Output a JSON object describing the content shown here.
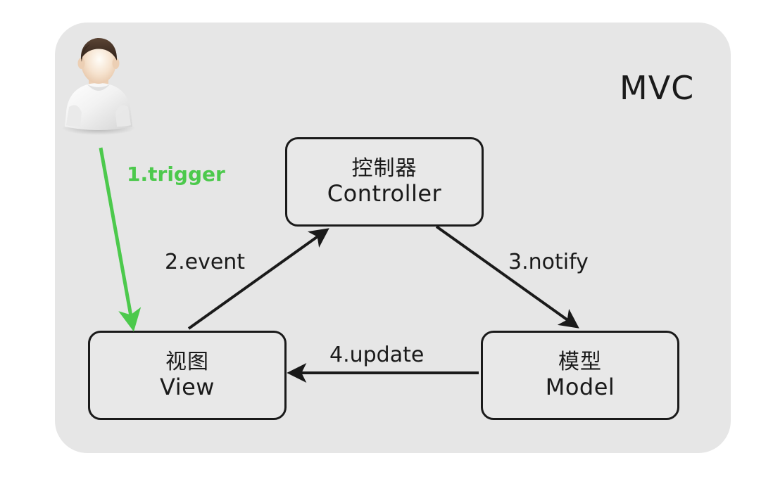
{
  "diagram": {
    "title": "MVC",
    "background_color": "#e6e6e6",
    "canvas_color": "#ffffff",
    "node_border_color": "#1a1a1a",
    "node_fill_color": "#e8e8e8",
    "accent_green": "#4cc94c"
  },
  "actor": {
    "icon_name": "user-avatar-icon",
    "label": ""
  },
  "nodes": [
    {
      "id": "controller",
      "cn": "控制器",
      "en": "Controller"
    },
    {
      "id": "view",
      "cn": "视图",
      "en": "View"
    },
    {
      "id": "model",
      "cn": "模型",
      "en": "Model"
    }
  ],
  "edges": [
    {
      "id": "trigger",
      "label": "1.trigger",
      "from": "user",
      "to": "view",
      "color": "#4cc94c"
    },
    {
      "id": "event",
      "label": "2.event",
      "from": "view",
      "to": "controller",
      "color": "#1a1a1a"
    },
    {
      "id": "notify",
      "label": "3.notify",
      "from": "controller",
      "to": "model",
      "color": "#1a1a1a"
    },
    {
      "id": "update",
      "label": "4.update",
      "from": "model",
      "to": "view",
      "color": "#1a1a1a"
    }
  ]
}
